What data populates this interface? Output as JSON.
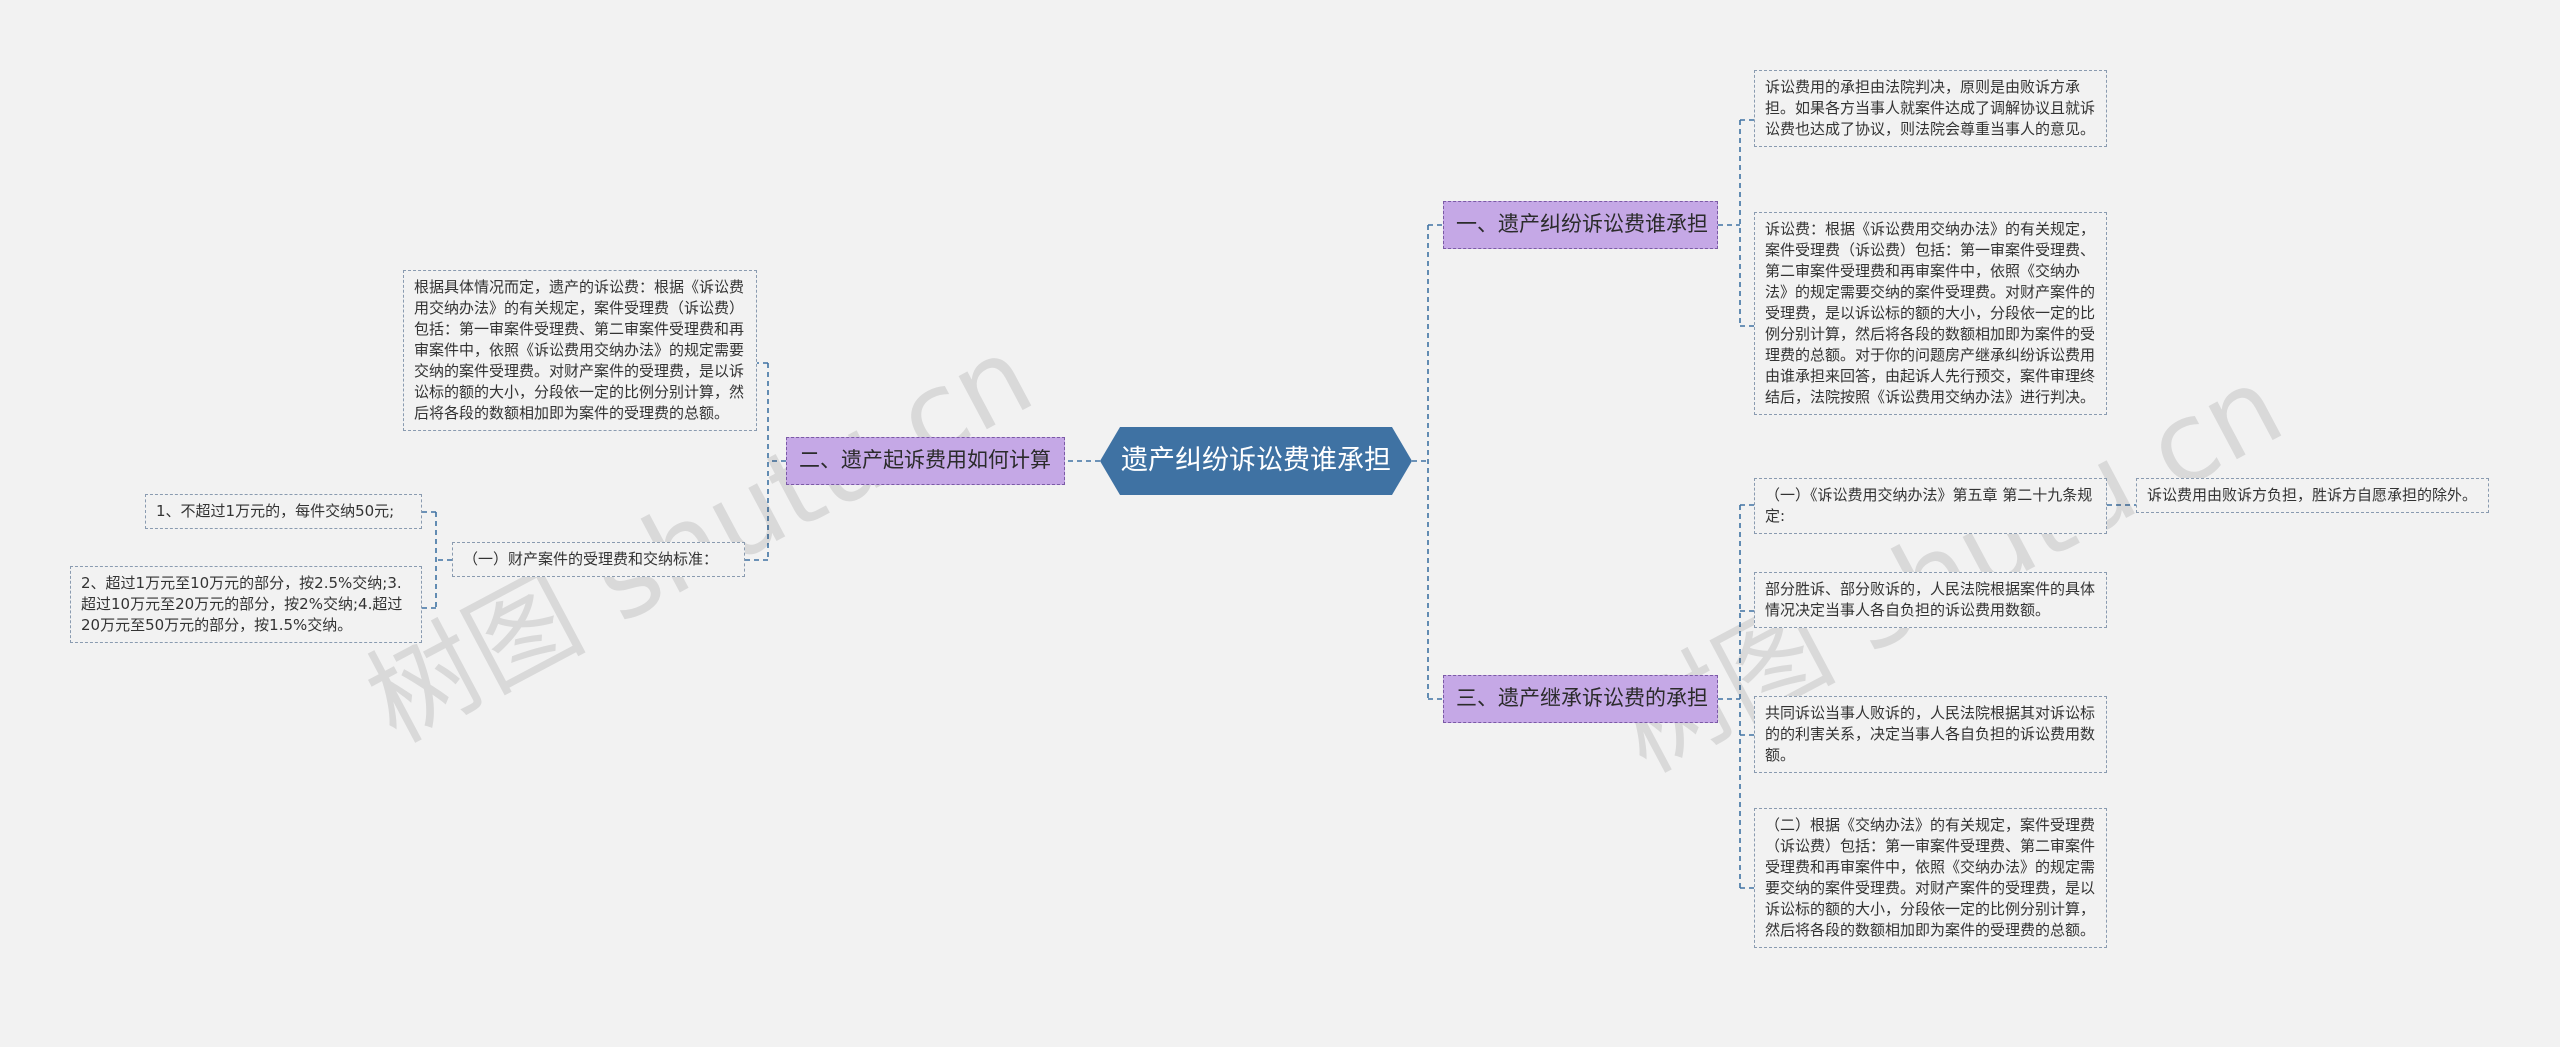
{
  "root": {
    "label": "遗产纠纷诉讼费谁承担"
  },
  "branches": {
    "b1": {
      "label": "一、遗产纠纷诉讼费谁承担"
    },
    "b2": {
      "label": "二、遗产起诉费用如何计算"
    },
    "b3": {
      "label": "三、遗产继承诉讼费的承担"
    }
  },
  "leaves": {
    "b1_1": "诉讼费用的承担由法院判决，原则是由败诉方承担。如果各方当事人就案件达成了调解协议且就诉讼费也达成了协议，则法院会尊重当事人的意见。",
    "b1_2": "诉讼费：根据《诉讼费用交纳办法》的有关规定，案件受理费（诉讼费）包括：第一审案件受理费、第二审案件受理费和再审案件中，依照《交纳办法》的规定需要交纳的案件受理费。对财产案件的受理费，是以诉讼标的额的大小，分段依一定的比例分别计算，然后将各段的数额相加即为案件的受理费的总额。对于你的问题房产继承纠纷诉讼费用由谁承担来回答，由起诉人先行预交，案件审理终结后，法院按照《诉讼费用交纳办法》进行判决。",
    "b2_1": "根据具体情况而定，遗产的诉讼费：根据《诉讼费用交纳办法》的有关规定，案件受理费（诉讼费）包括：第一审案件受理费、第二审案件受理费和再审案件中，依照《诉讼费用交纳办法》的规定需要交纳的案件受理费。对财产案件的受理费，是以诉讼标的额的大小，分段依一定的比例分别计算，然后将各段的数额相加即为案件的受理费的总额。",
    "b2_2": "（一）财产案件的受理费和交纳标准：",
    "b2_2_1": "1、不超过1万元的，每件交纳50元;",
    "b2_2_2": "2、超过1万元至10万元的部分，按2.5%交纳;3.超过10万元至20万元的部分，按2%交纳;4.超过20万元至50万元的部分，按1.5%交纳。",
    "b3_1": "（一）《诉讼费用交纳办法》第五章 第二十九条规定:",
    "b3_1_1": "诉讼费用由败诉方负担，胜诉方自愿承担的除外。",
    "b3_2": "部分胜诉、部分败诉的，人民法院根据案件的具体情况决定当事人各自负担的诉讼费用数额。",
    "b3_3": "共同诉讼当事人败诉的，人民法院根据其对诉讼标的的利害关系，决定当事人各自负担的诉讼费用数额。",
    "b3_4": "（二）根据《交纳办法》的有关规定，案件受理费（诉讼费）包括：第一审案件受理费、第二审案件受理费和再审案件中，依照《交纳办法》的规定需要交纳的案件受理费。对财产案件的受理费，是以诉讼标的额的大小，分段依一定的比例分别计算，然后将各段的数额相加即为案件的受理费的总额。"
  },
  "watermark": {
    "left": "树图 shutu.cn",
    "right": "树图 shutu.cn"
  },
  "colors": {
    "root": "#3f72a3",
    "branch": "#c5a8e6",
    "line": "#3f72a3",
    "background": "#f2f2f2"
  }
}
